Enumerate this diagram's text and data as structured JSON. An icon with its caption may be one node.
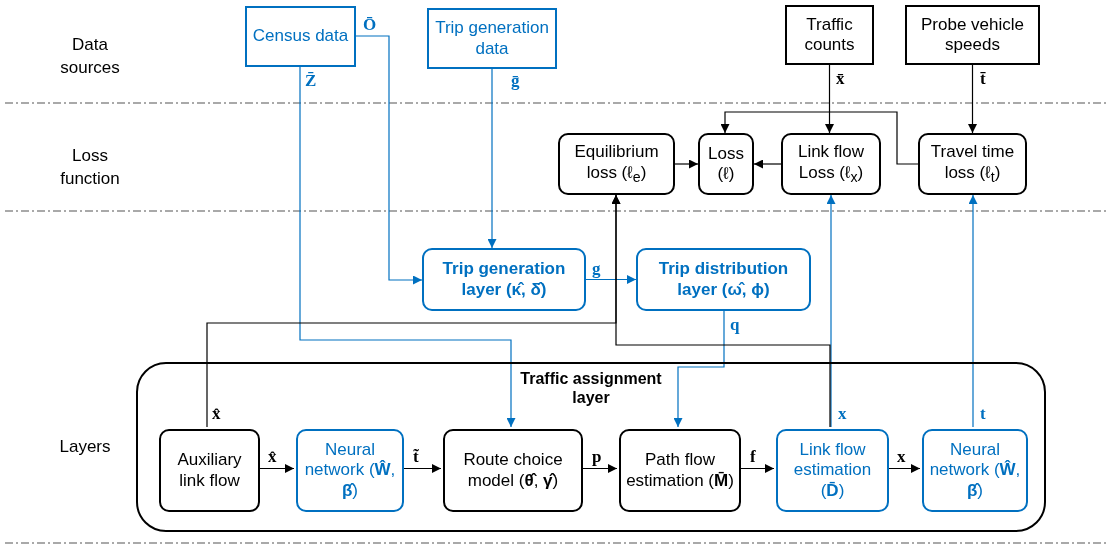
{
  "diagram": {
    "nodes": [
      {
        "text": [
          "Census data"
        ]
      },
      {
        "text": [
          "Trip generation data"
        ]
      },
      {
        "text": [
          "Traffic counts"
        ]
      },
      {
        "text": [
          "Probe vehicle speeds"
        ]
      },
      {
        "text": [
          "Equilibrium loss (ℓ$_{e}$)"
        ]
      },
      {
        "text": [
          "Loss (ℓ)"
        ]
      },
      {
        "text": [
          "Link flow Loss (ℓ$_{x}$)"
        ]
      },
      {
        "text": [
          "Travel time loss (ℓ$_{t}$)"
        ]
      },
      {
        "text": [
          "Trip generation layer (κ̂, δ̂)"
        ]
      },
      {
        "text": [
          "Trip distribution layer (ω̂, ϕ)"
        ]
      },
      {
        "text": [
          "Traffic assignment layer"
        ]
      },
      {
        "text": [
          "Auxiliary link flow"
        ],
        "in": 10
      },
      {
        "text": [
          "Neural network (**Ŵ**, **β̂**)"
        ],
        "in": 10
      },
      {
        "text": [
          "Route choice model (**θ̂**, **γ̂**)"
        ],
        "in": 10
      },
      {
        "text": [
          "Path flow estimation (**M̄**)"
        ],
        "in": 10
      },
      {
        "text": [
          "Link flow estimation (**D̄**)"
        ],
        "in": 10
      },
      {
        "text": [
          "Neural network (**Ŵ**, **β̂**)"
        ],
        "in": 10
      }
    ],
    "edges": [
      {
        "from": 0,
        "to": 8,
        "arrow": "to",
        "label": "Ō",
        "color": "#0070c0"
      },
      {
        "from": 0,
        "to": 13,
        "arrow": "to",
        "label": "Z̄",
        "color": "#0070c0"
      },
      {
        "from": 1,
        "to": 8,
        "arrow": "to",
        "label": "ḡ",
        "color": "#0070c0"
      },
      {
        "from": 8,
        "to": 9,
        "arrow": "to",
        "label": "g",
        "color": "#0070c0"
      },
      {
        "from": 9,
        "to": 14,
        "arrow": "to",
        "label": "q",
        "color": "#0070c0"
      },
      {
        "from": 2,
        "to": 6,
        "arrow": "to",
        "label": "x̄"
      },
      {
        "from": 3,
        "to": 7,
        "arrow": "to",
        "label": "t̄"
      },
      {
        "from": 4,
        "to": 5,
        "arrow": "to"
      },
      {
        "from": 6,
        "to": 5,
        "arrow": "to"
      },
      {
        "from": 7,
        "to": 5,
        "arrow": "to"
      },
      {
        "from": 11,
        "to": 4,
        "arrow": "to",
        "label": "x̂"
      },
      {
        "from": 15,
        "to": 6,
        "arrow": "to",
        "label": "x",
        "color": "#0070c0"
      },
      {
        "from": 15,
        "to": 4,
        "arrow": "to"
      },
      {
        "from": 16,
        "to": 7,
        "arrow": "to",
        "label": "t",
        "color": "#0070c0"
      },
      {
        "from": 11,
        "to": 12,
        "arrow": "to",
        "label": "x̂"
      },
      {
        "from": 12,
        "to": 13,
        "arrow": "to",
        "label": "t̃"
      },
      {
        "from": 13,
        "to": 14,
        "arrow": "to",
        "label": "p"
      },
      {
        "from": 14,
        "to": 15,
        "arrow": "to",
        "label": "f"
      },
      {
        "from": 15,
        "to": 16,
        "arrow": "to",
        "label": "x"
      }
    ],
    "labels": [
      "Data sources",
      "Loss function",
      "Layers"
    ]
  }
}
